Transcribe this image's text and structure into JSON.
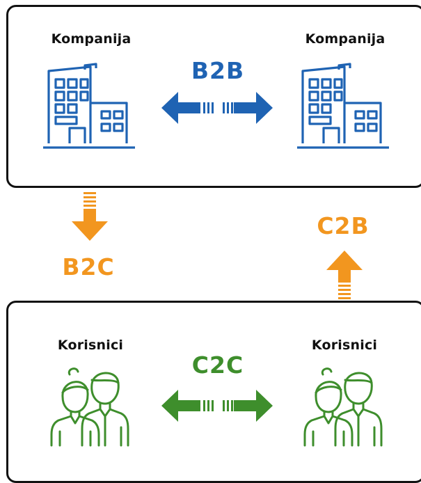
{
  "top": {
    "left_label": "Kompanija",
    "right_label": "Kompanija",
    "relation": "B2B"
  },
  "bottom": {
    "left_label": "Korisnici",
    "right_label": "Korisnici",
    "relation": "C2C"
  },
  "left_flow": {
    "label": "B2C"
  },
  "right_flow": {
    "label": "C2B"
  },
  "colors": {
    "b2b": "#1f63b3",
    "c2c": "#3e8e2c",
    "cross": "#f2961f",
    "border": "#111111"
  },
  "icons": {
    "company": "building-icon",
    "users": "people-icon"
  }
}
